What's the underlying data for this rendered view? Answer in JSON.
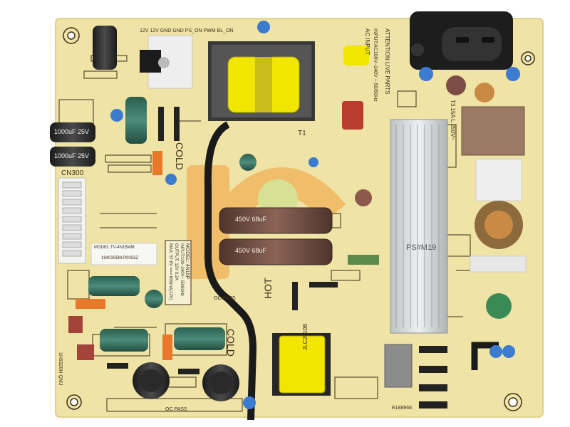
{
  "board": {
    "colors": {
      "pcb": "#efe3a6",
      "pcb_edge": "#f2e9b8",
      "silk": "#3b2f1a",
      "hv_line": "#1a1a1a",
      "heatsink": "#d9dcde",
      "capacitor_green": "#2f6b5a",
      "capacitor_brown": "#6b4a3e",
      "transformer_yellow": "#f2e600",
      "ic_cap_blue": "#3b7bd0",
      "orange": "#e8782a",
      "watermark": "#f2a13a"
    },
    "labels": {
      "cold_top": "COLD",
      "cold_bottom": "COLD",
      "hot": "HOT",
      "cn300": "CN300",
      "t1": "T1",
      "attention": "ATTENTION LIVE PARTS",
      "ac_input": "AC INPUT",
      "input_rating": "INPUT:AC100V~240V ~ 50/60Hz",
      "fuse": "T3.15A L 250V~",
      "model_sticker": "MODEL:TV-4N15MM",
      "serial_sticker": "19403S5M-P0053Z",
      "model_box_line1": "MODEL: 4N15P",
      "model_box_line2": "INPUT:100~240V~ 50/60Hz",
      "model_box_line3": "OUTPUT: 12V 0.2A",
      "model_box_line4": "MAX: 57.6V === 600mA(12V)",
      "heatsink_text": "PS#M19",
      "cap_main_1": "450V 68uF",
      "cap_main_2": "450V 68uF",
      "cap_left_1": "1000uF 25V",
      "cap_left_2": "1000uF 25V",
      "tx_small": "JLC2510B",
      "oc_pass_1": "OC PASS",
      "oc_pass_2": "OC PASS",
      "e188966": "E188966",
      "ryfl": "1H9320H QMJ",
      "header_pins": "12V 12V GND GND PS_ON PWM BL_ON"
    }
  }
}
